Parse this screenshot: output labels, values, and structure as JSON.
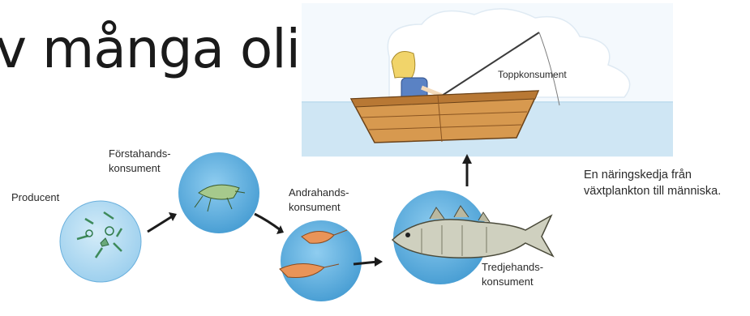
{
  "title": "v många olika",
  "labels": {
    "top_consumer": "Toppkonsument",
    "primary_consumer_line1": "Förstahands-",
    "primary_consumer_line2": "konsument",
    "producer": "Producent",
    "secondary_consumer_line1": "Andrahands-",
    "secondary_consumer_line2": "konsument",
    "tertiary_consumer_line1": "Tredjehands-",
    "tertiary_consumer_line2": "konsument"
  },
  "caption": {
    "line1": "En näringskedja från",
    "line2": "växtplankton till människa."
  },
  "colors": {
    "circle_fill": "#5fb1e0",
    "sea": "#d7ebf6",
    "sky": "#e9f3fb",
    "boat": "#c98a45",
    "arrow": "#1c1c1c"
  }
}
